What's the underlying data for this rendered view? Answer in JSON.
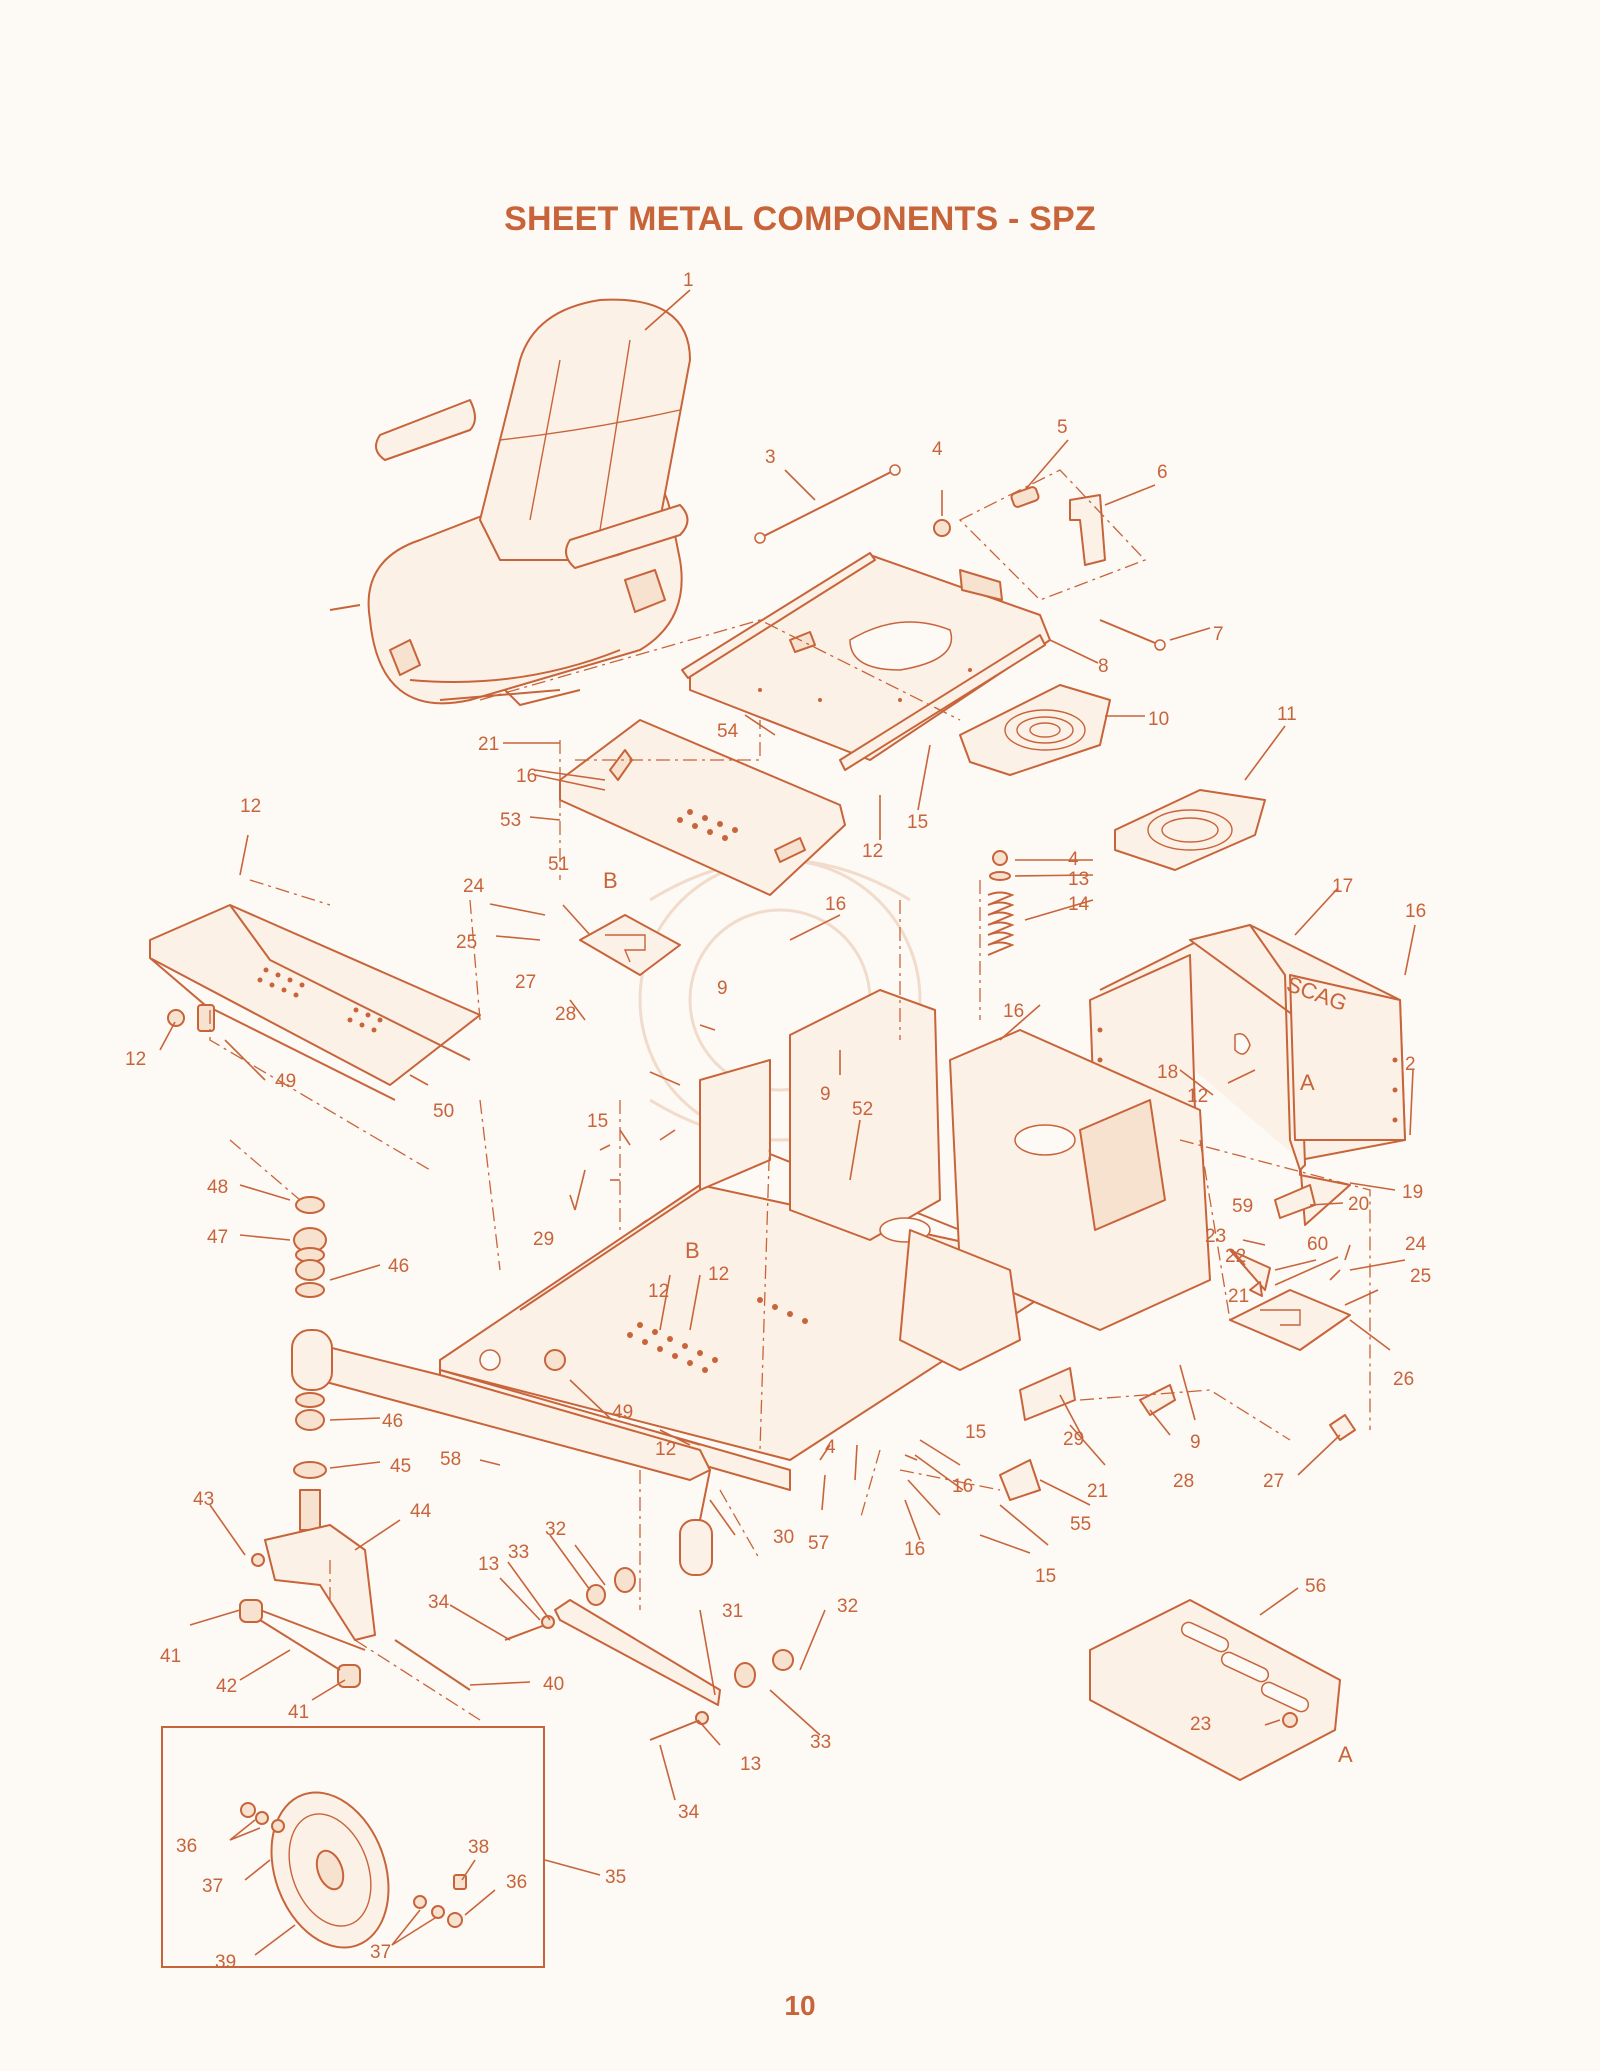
{
  "title": "SHEET METAL COMPONENTS - SPZ",
  "page_number": "10",
  "accent_color": "#c8643a",
  "reference_marks": {
    "a": "A",
    "b": "B"
  },
  "callouts": {
    "c1": "1",
    "c2": "2",
    "c3": "3",
    "c4a": "4",
    "c4b": "4",
    "c4c": "4",
    "c5": "5",
    "c6": "6",
    "c7": "7",
    "c8": "8",
    "c9a": "9",
    "c9b": "9",
    "c9c": "9",
    "c10": "10",
    "c11": "11",
    "c12a": "12",
    "c12b": "12",
    "c12c": "12",
    "c12d": "12",
    "c12e": "12",
    "c12f": "12",
    "c12g": "12",
    "c13a": "13",
    "c13b": "13",
    "c13c": "13",
    "c14": "14",
    "c15a": "15",
    "c15b": "15",
    "c15c": "15",
    "c15d": "15",
    "c16a": "16",
    "c16b": "16",
    "c16c": "16",
    "c16d": "16",
    "c16e": "16",
    "c16f": "16",
    "c17": "17",
    "c18": "18",
    "c19": "19",
    "c20": "20",
    "c21a": "21",
    "c21b": "21",
    "c21c": "21",
    "c22": "22",
    "c23a": "23",
    "c23b": "23",
    "c24a": "24",
    "c24b": "24",
    "c25a": "25",
    "c25b": "25",
    "c26": "26",
    "c27a": "27",
    "c27b": "27",
    "c28a": "28",
    "c28b": "28",
    "c29a": "29",
    "c29b": "29",
    "c30": "30",
    "c31": "31",
    "c32a": "32",
    "c32b": "32",
    "c33a": "33",
    "c33b": "33",
    "c34a": "34",
    "c34b": "34",
    "c35": "35",
    "c36a": "36",
    "c36b": "36",
    "c37a": "37",
    "c37b": "37",
    "c38": "38",
    "c39": "39",
    "c40": "40",
    "c41a": "41",
    "c41b": "41",
    "c42": "42",
    "c43": "43",
    "c44": "44",
    "c45": "45",
    "c46a": "46",
    "c46b": "46",
    "c47": "47",
    "c48": "48",
    "c49a": "49",
    "c49b": "49",
    "c50": "50",
    "c51": "51",
    "c52": "52",
    "c53": "53",
    "c54": "54",
    "c55": "55",
    "c56": "56",
    "c57": "57",
    "c58": "58",
    "c59": "59",
    "c60": "60"
  }
}
